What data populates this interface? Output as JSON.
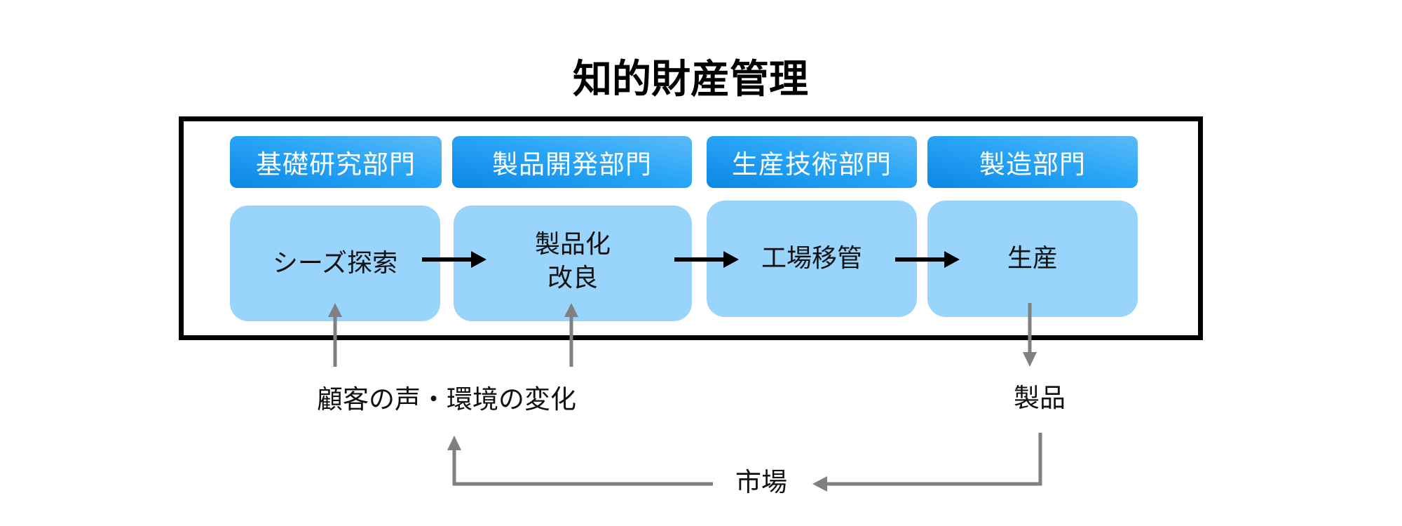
{
  "title": "知的財産管理",
  "departments": [
    {
      "label": "基礎研究部門"
    },
    {
      "label": "製品開発部門"
    },
    {
      "label": "生産技術部門"
    },
    {
      "label": "製造部門"
    }
  ],
  "stages": [
    {
      "lines": [
        "シーズ探索"
      ]
    },
    {
      "lines": [
        "製品化",
        "改良"
      ]
    },
    {
      "lines": [
        "工場移管"
      ]
    },
    {
      "lines": [
        "生産"
      ]
    }
  ],
  "external": {
    "input_label": "顧客の声・環境の変化",
    "output_label": "製品",
    "market_label": "市場"
  },
  "colors": {
    "department_fill": "#1c9af0",
    "stage_fill": "#99d4fd",
    "flow_arrow": "#000000",
    "feedback_arrow": "#808080",
    "frame_border": "#000000"
  }
}
